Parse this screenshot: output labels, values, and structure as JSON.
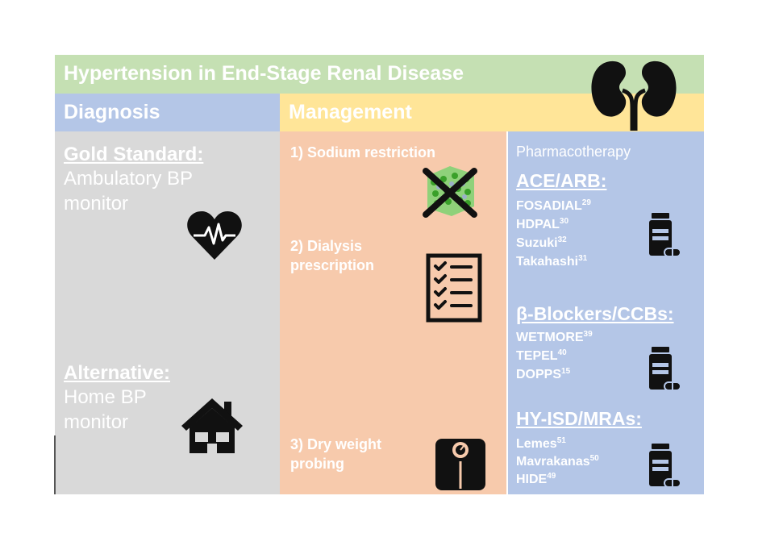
{
  "title": "Hypertension in End-Stage Renal Disease",
  "diagnosis": {
    "header": "Diagnosis",
    "gold_label": "Gold Standard:",
    "gold_line1": "Ambulatory BP",
    "gold_line2": "monitor",
    "alt_label": "Alternative:",
    "alt_line1": "Home BP",
    "alt_line2": "monitor",
    "icons": [
      "heart-rate-icon",
      "house-icon"
    ]
  },
  "management": {
    "header": "Management",
    "step1": "1) Sodium restriction",
    "step2_line1": "2) Dialysis",
    "step2_line2": "prescription",
    "step3_line1": "3) Dry weight",
    "step3_line2": "probing",
    "icons": [
      "salt-crossed-icon",
      "checklist-icon",
      "scale-icon"
    ]
  },
  "pharmacotherapy": {
    "title": "Pharmacotherapy",
    "groups": [
      {
        "heading": "ACE/ARB:",
        "studies": [
          {
            "name": "FOSADIAL",
            "ref": "29"
          },
          {
            "name": "HDPAL",
            "ref": "30"
          },
          {
            "name": "Suzuki",
            "ref": "32"
          },
          {
            "name": "Takahashi",
            "ref": "31"
          }
        ]
      },
      {
        "heading": "β-Blockers/CCBs:",
        "studies": [
          {
            "name": "WETMORE",
            "ref": "39"
          },
          {
            "name": "TEPEL",
            "ref": "40"
          },
          {
            "name": "DOPPS",
            "ref": "15"
          }
        ]
      },
      {
        "heading": "HY-ISD/MRAs:",
        "studies": [
          {
            "name": "Lemes",
            "ref": "51"
          },
          {
            "name": "Mavrakanas",
            "ref": "50"
          },
          {
            "name": "HIDE",
            "ref": "49"
          }
        ]
      }
    ],
    "icons": [
      "kidneys-icon",
      "pill-bottle-icon"
    ]
  },
  "colors": {
    "title_bar": "#c5e0b3",
    "diagnosis_header": "#b4c6e7",
    "management_header": "#ffe598",
    "diagnosis_body": "#d9d9d9",
    "management_body": "#f7caac",
    "pharmacotherapy_body": "#b4c6e7",
    "text": "#ffffff"
  }
}
